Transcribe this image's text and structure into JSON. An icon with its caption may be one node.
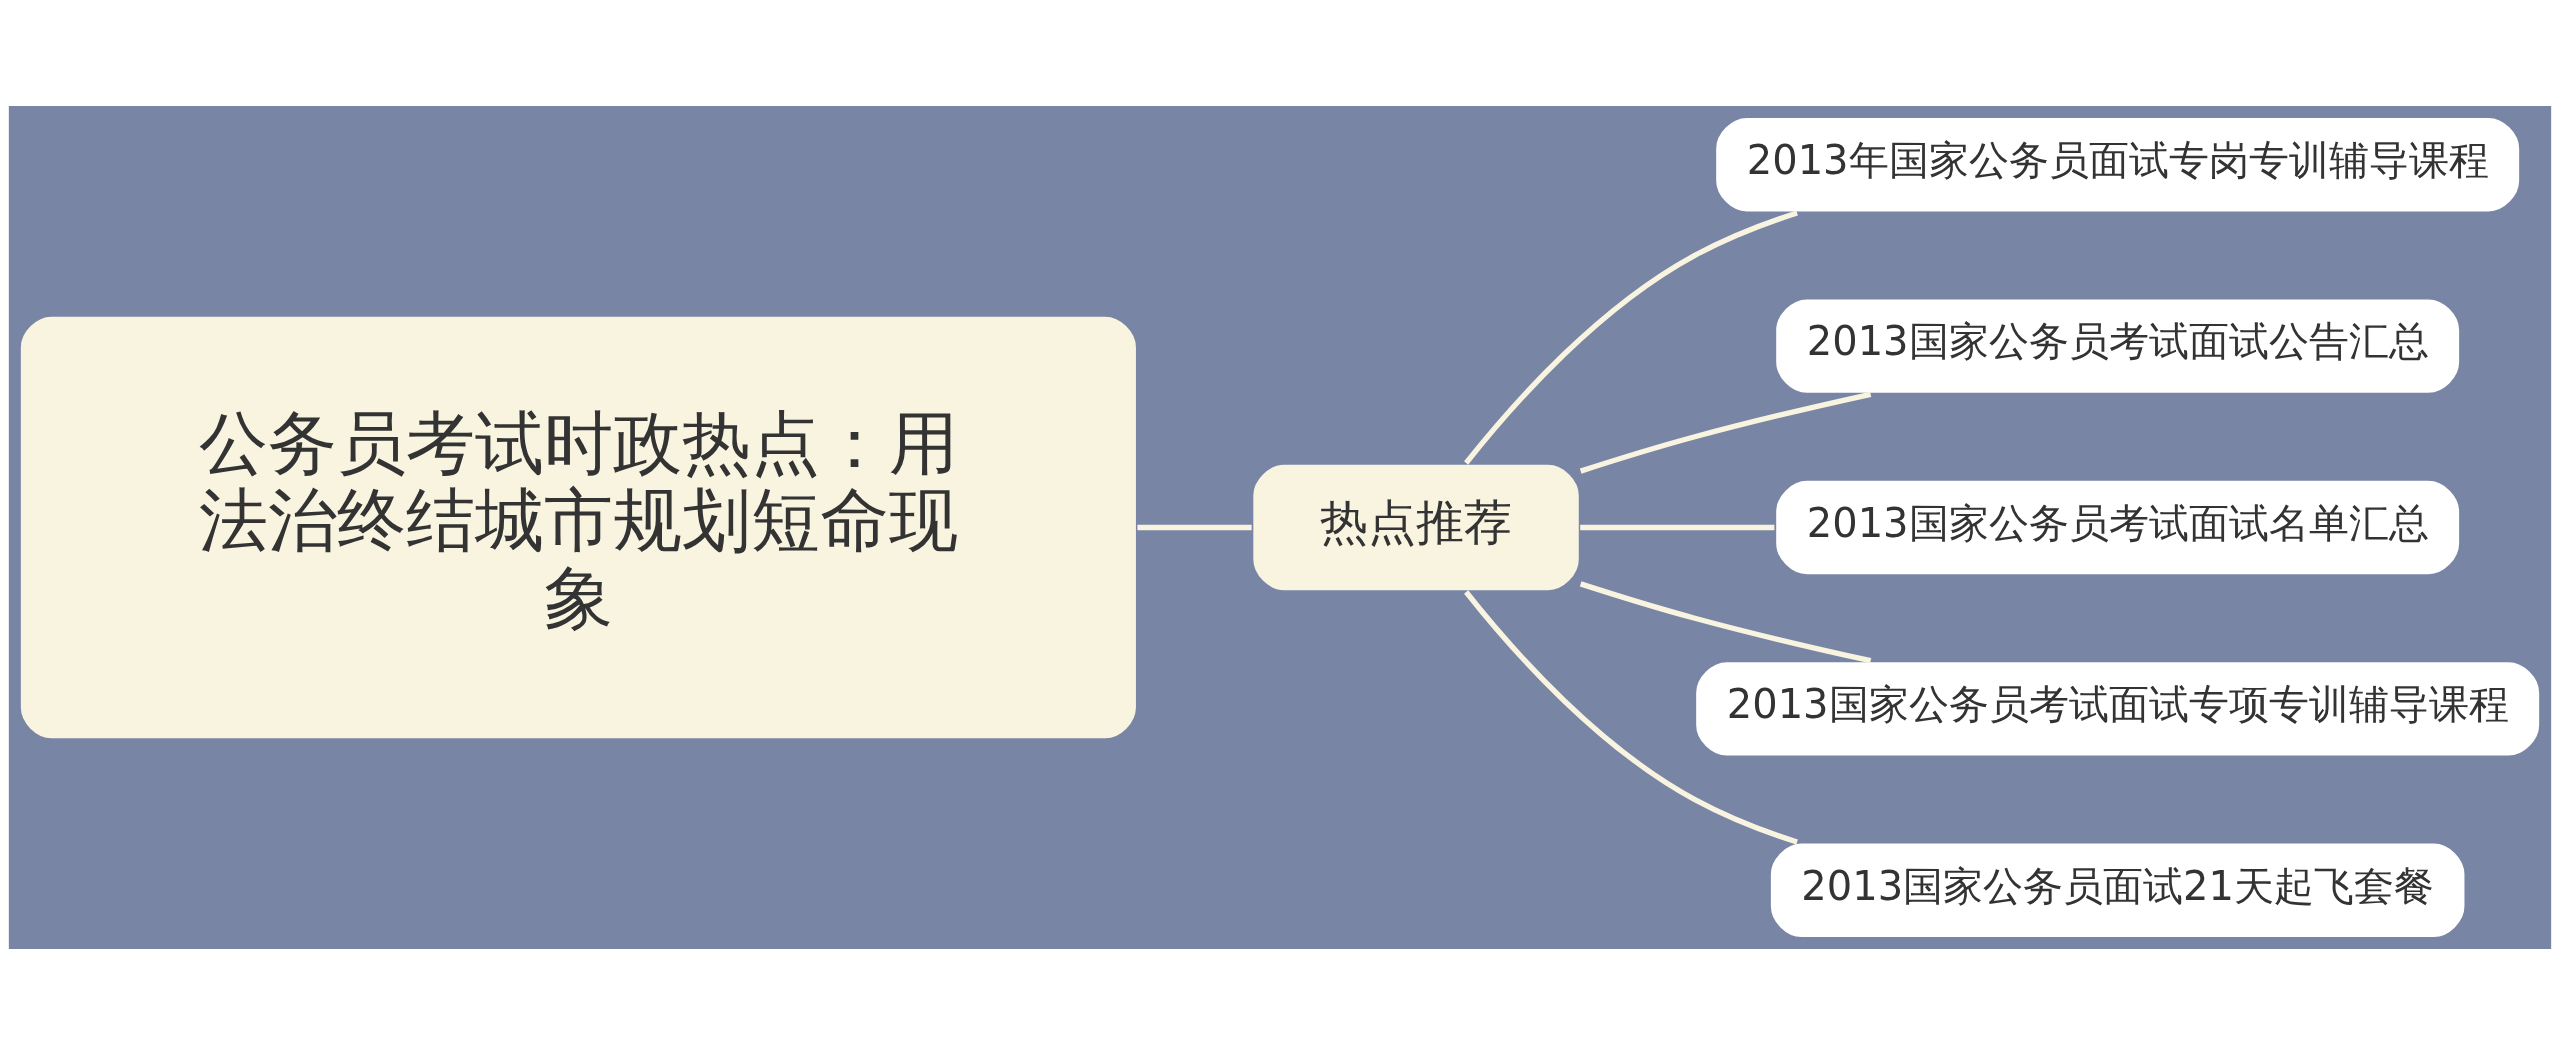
{
  "diagram": {
    "nodes": [
      {
        "text": [
          "公务员考试时政热点：用法治终结城市规划短命现象"
        ]
      },
      {
        "text": [
          "热点推荐"
        ]
      },
      {
        "text": [
          "2013年国家公务员面试专岗专训辅导课程"
        ]
      },
      {
        "text": [
          "2013国家公务员考试面试公告汇总"
        ]
      },
      {
        "text": [
          "2013国家公务员考试面试名单汇总"
        ]
      },
      {
        "text": [
          "2013国家公务员考试面试专项专训辅导课程"
        ]
      },
      {
        "text": [
          "2013国家公务员面试21天起飞套餐"
        ]
      }
    ],
    "edges": [
      {
        "from": 0,
        "to": 1,
        "arrow": "none"
      },
      {
        "from": 1,
        "to": 2,
        "arrow": "none"
      },
      {
        "from": 1,
        "to": 3,
        "arrow": "none"
      },
      {
        "from": 1,
        "to": 4,
        "arrow": "none"
      },
      {
        "from": 1,
        "to": 5,
        "arrow": "none"
      },
      {
        "from": 1,
        "to": 6,
        "arrow": "none"
      }
    ]
  }
}
